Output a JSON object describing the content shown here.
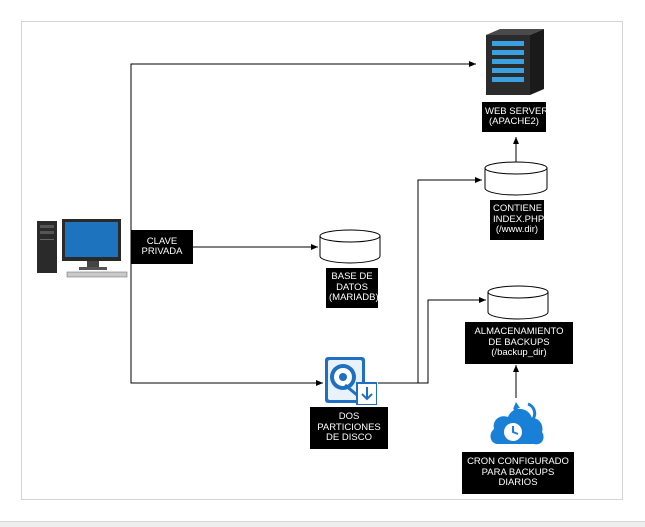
{
  "diagram": {
    "nodes": {
      "client_pc": {
        "icon": "desktop-computer-icon",
        "label_lines": [
          "CLAVE",
          "PRIVADA"
        ]
      },
      "web_server": {
        "icon": "server-tower-icon",
        "label_lines": [
          "WEB SERVER",
          "(APACHE2)"
        ]
      },
      "web_storage": {
        "icon": "storage-cylinder-icon",
        "label_lines": [
          "CONTIENE",
          "INDEX.PHP",
          "(/www.dir)"
        ]
      },
      "database": {
        "icon": "storage-cylinder-icon",
        "label_lines": [
          "BASE DE",
          "DATOS",
          "(MARIADB)"
        ]
      },
      "disk": {
        "icon": "hard-disk-icon",
        "label_lines": [
          "DOS",
          "PARTICIONES",
          "DE DISCO"
        ]
      },
      "backups": {
        "icon": "storage-cylinder-icon",
        "label_lines": [
          "ALMACENAMIENTO",
          "DE BACKUPS",
          "(/backup_dir)"
        ]
      },
      "cron": {
        "icon": "cloud-clock-icon",
        "label_lines": [
          "CRON CONFIGURADO",
          "PARA BACKUPS",
          "DIARIOS"
        ]
      }
    },
    "colors": {
      "label_bg": "#000000",
      "label_text": "#ffffff",
      "connector": "#000000",
      "monitor_screen": "#1e73be",
      "server_body": "#2b2b2b",
      "server_lights": "#3aa0e0",
      "disk_blue": "#1f6fc2",
      "cloud_blue": "#1a7fd6"
    }
  }
}
